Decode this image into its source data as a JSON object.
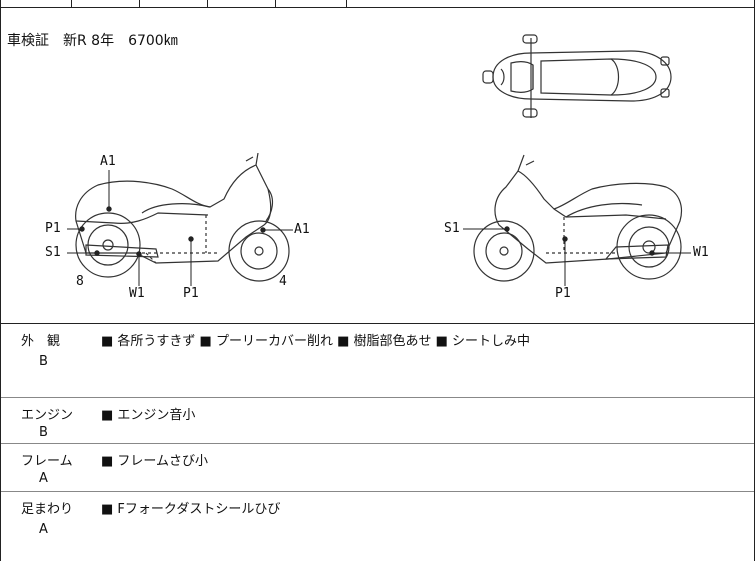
{
  "registration": "車検証　新R 8年　6700㎞",
  "labels": {
    "left": [
      "A1",
      "P1",
      "S1",
      "8",
      "W1",
      "P1",
      "4",
      "A1"
    ],
    "right": [
      "S1",
      "W1",
      "P1"
    ]
  },
  "sections": [
    {
      "category": "外　観",
      "grade": "B",
      "notes": "■ 各所うすきず ■ プーリーカバー削れ ■ 樹脂部色あせ ■ シートしみ中"
    },
    {
      "category": "エンジン",
      "grade": "B",
      "notes": "■ エンジン音小"
    },
    {
      "category": "フレーム",
      "grade": "A",
      "notes": "■ フレームさび小"
    },
    {
      "category": "足まわり",
      "grade": "A",
      "notes": "■ Fフォークダストシールひび"
    }
  ]
}
